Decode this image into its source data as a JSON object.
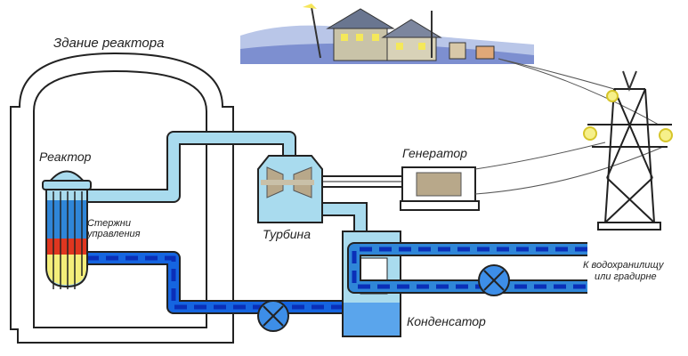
{
  "labels": {
    "building": "Здание реактора",
    "reactor": "Реактор",
    "control_rods": "Стержни управления",
    "turbine": "Турбина",
    "generator": "Генератор",
    "condenser": "Конденсатор",
    "outlet_line1": "К водохранилищу",
    "outlet_line2": "или градирне"
  },
  "colors": {
    "steam": "#a9dbee",
    "water": "#1565e0",
    "water_dash": "#0a2fb8",
    "core_hot": "#e0361f",
    "core_fuel": "#f4ee7a",
    "turbine_blade": "#b8a88a"
  }
}
